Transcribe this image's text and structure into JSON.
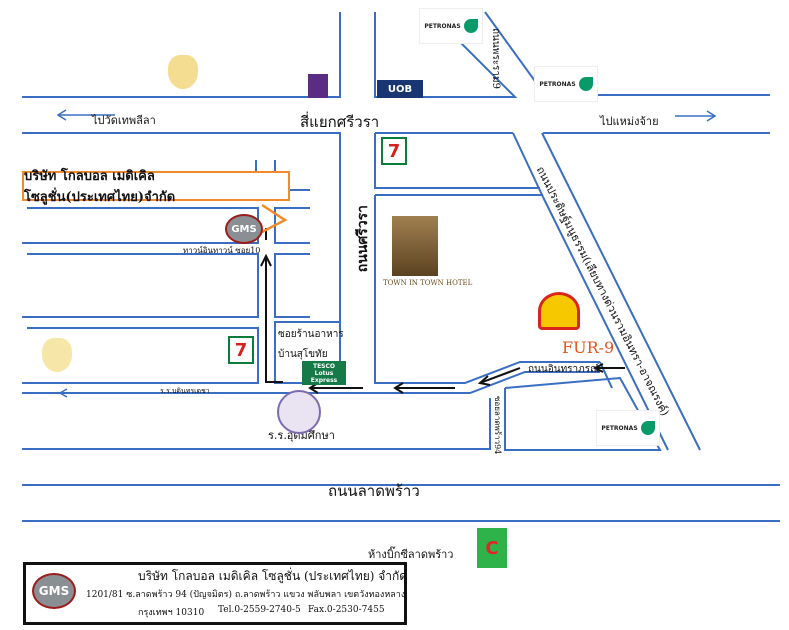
{
  "labels": {
    "to_wat_thep_lila": "ไปวัดเทพลีลา",
    "si_yaek_sriwara": "สี่แยกศรีวรา",
    "to_maeng_chai": "ไปแหม่งจ้าย",
    "rama9_road": "ถนนพระราม9",
    "sriwara_road": "ถนนศรีวรา",
    "town_in_town_soi10": "ทาวน์อินทาวน์ ซอย10",
    "pradit_road": "ถนนประดิษฐ์มนูธรรม(เลียบทางด่วนรามอินทรา-อาจณรงค์)",
    "restaurant_soi_1": "ซอยร้านอาหาร",
    "restaurant_soi_2": "บ้านสุโขทัย",
    "bodindecha_school": "ร.ร.บดินทรเดชา",
    "udom_suksa_school": "ร.ร.อุดมศึกษา",
    "intharaporn_road": "ถนนอินทราภรณ์",
    "lat_phrao_94": "ซอยลาดพร้าว94",
    "lat_phrao_road": "ถนนลาดพร้าว",
    "big_c": "ห้างบิ๊กซีลาดพร้าว",
    "hotel": "TOWN IN TOWN HOTEL",
    "fur9": "FUR-9"
  },
  "company_box": "บริษัท โกลบอล เมดิเคิล โซลูชั่น(ประเทศไทย)จำกัด",
  "logos": {
    "petronas": "PETRONAS",
    "uob": "UOB",
    "seven": "7",
    "tesco_1": "TESCO",
    "tesco_2": "Lotus",
    "tesco_3": "Express",
    "bigc": "C",
    "gms": "GMS"
  },
  "footer": {
    "company": "บริษัท โกลบอล เมดิเคิล โซลูชั่น (ประเทศไทย) จำกัด",
    "address": "1201/81  ซ.ลาดพร้าว 94 (ปัญจมิตร) ถ.ลาดพร้าว แขวง พลับพลา เขตวังทองหลาง",
    "city": "กรุงเทพฯ 10310",
    "tel": "Tel.0-2559-2740-5",
    "fax": "Fax.0-2530-7455"
  },
  "colors": {
    "road": "#3a6ec2",
    "route": "#f08a2a"
  }
}
